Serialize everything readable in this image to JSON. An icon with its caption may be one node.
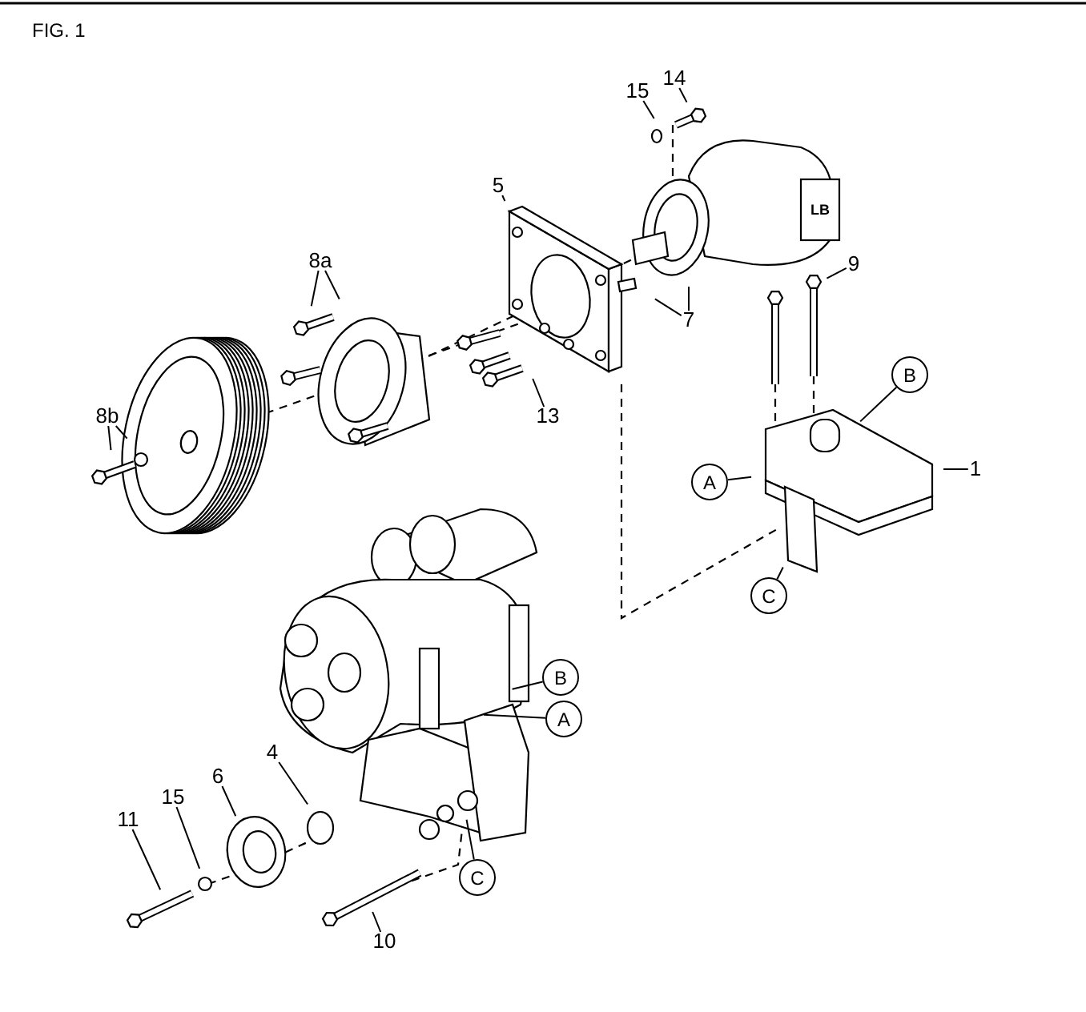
{
  "diagram": {
    "title": "FIG. 1",
    "nodes": [
      {
        "text": [
          "15"
        ]
      },
      {
        "text": [
          "14"
        ]
      },
      {
        "text": [
          "5"
        ]
      },
      {
        "text": [
          "8a"
        ]
      },
      {
        "text": [
          "7"
        ]
      },
      {
        "text": [
          "9"
        ]
      },
      {
        "text": [
          "B"
        ]
      },
      {
        "text": [
          "1"
        ]
      },
      {
        "text": [
          "A"
        ]
      },
      {
        "text": [
          "13"
        ]
      },
      {
        "text": [
          "8b"
        ]
      },
      {
        "text": [
          "C"
        ]
      },
      {
        "text": [
          "B"
        ]
      },
      {
        "text": [
          "A"
        ]
      },
      {
        "text": [
          "4"
        ]
      },
      {
        "text": [
          "6"
        ]
      },
      {
        "text": [
          "11"
        ]
      },
      {
        "text": [
          "15"
        ]
      },
      {
        "text": [
          "C"
        ]
      },
      {
        "text": [
          "10"
        ]
      }
    ],
    "edges": [
      {
        "from": 0,
        "to": null,
        "arrow": "none"
      },
      {
        "from": 1,
        "to": null,
        "arrow": "none"
      },
      {
        "from": 2,
        "to": null,
        "arrow": "none"
      },
      {
        "from": 3,
        "to": null,
        "arrow": "none"
      },
      {
        "from": 3,
        "to": null,
        "arrow": "none"
      },
      {
        "from": 4,
        "to": null,
        "arrow": "none"
      },
      {
        "from": 4,
        "to": null,
        "arrow": "none"
      },
      {
        "from": 5,
        "to": null,
        "arrow": "none"
      },
      {
        "from": 6,
        "to": null,
        "arrow": "none"
      },
      {
        "from": 7,
        "to": null,
        "arrow": "none"
      },
      {
        "from": 8,
        "to": null,
        "arrow": "none"
      },
      {
        "from": 9,
        "to": null,
        "arrow": "none"
      },
      {
        "from": 10,
        "to": null,
        "arrow": "none"
      },
      {
        "from": 10,
        "to": null,
        "arrow": "none"
      },
      {
        "from": 11,
        "to": null,
        "arrow": "none"
      },
      {
        "from": 12,
        "to": null,
        "arrow": "none"
      },
      {
        "from": 13,
        "to": null,
        "arrow": "none"
      },
      {
        "from": 14,
        "to": null,
        "arrow": "none"
      },
      {
        "from": 15,
        "to": null,
        "arrow": "none"
      },
      {
        "from": 16,
        "to": null,
        "arrow": "none"
      },
      {
        "from": 17,
        "to": null,
        "arrow": "none"
      },
      {
        "from": 18,
        "to": null,
        "arrow": "none"
      },
      {
        "from": 19,
        "to": null,
        "arrow": "none"
      }
    ],
    "labels": [
      "LB"
    ]
  }
}
